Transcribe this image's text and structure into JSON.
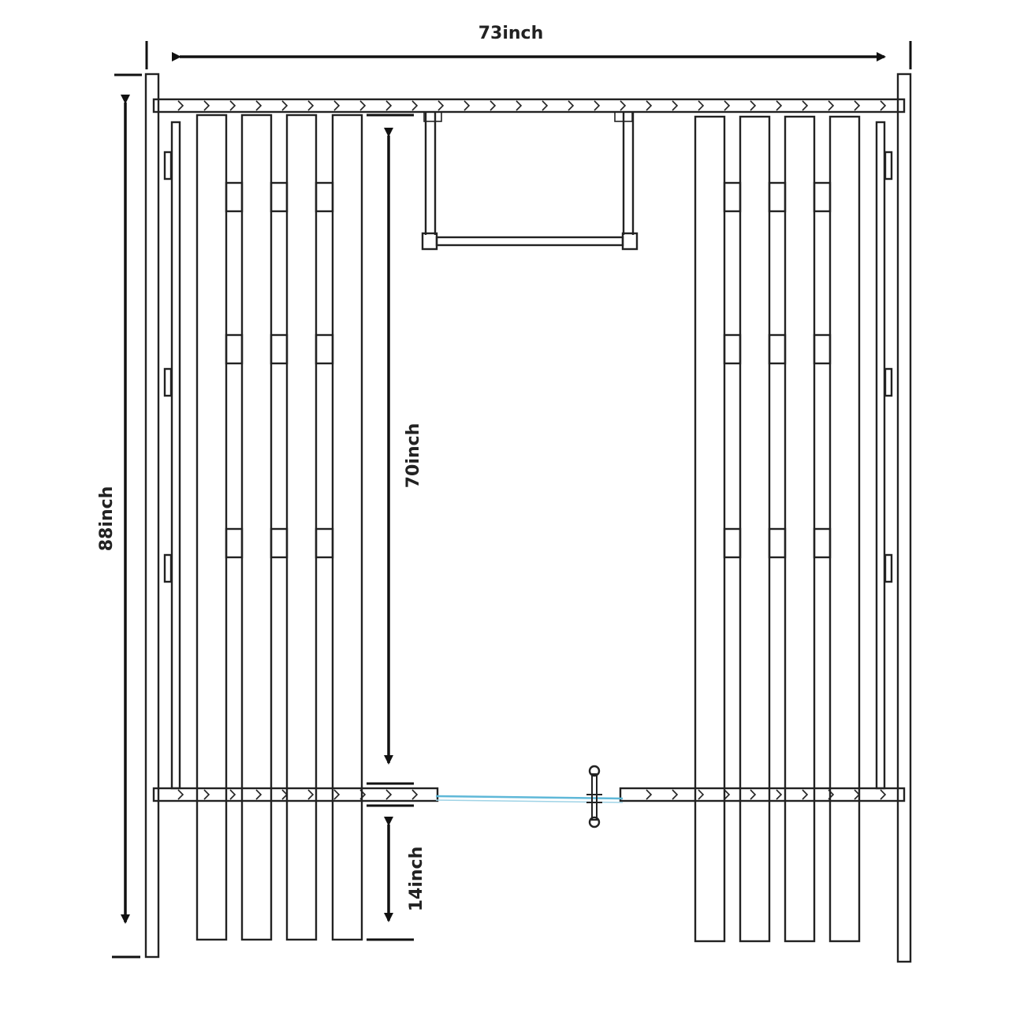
{
  "dimensions": {
    "overall_width": "73inch",
    "overall_height": "88inch",
    "clear_height": "70inch",
    "bottom_clearance": "14inch"
  },
  "colors": {
    "line": "#222222",
    "background": "#ffffff",
    "glass": "#5fb8d8"
  }
}
